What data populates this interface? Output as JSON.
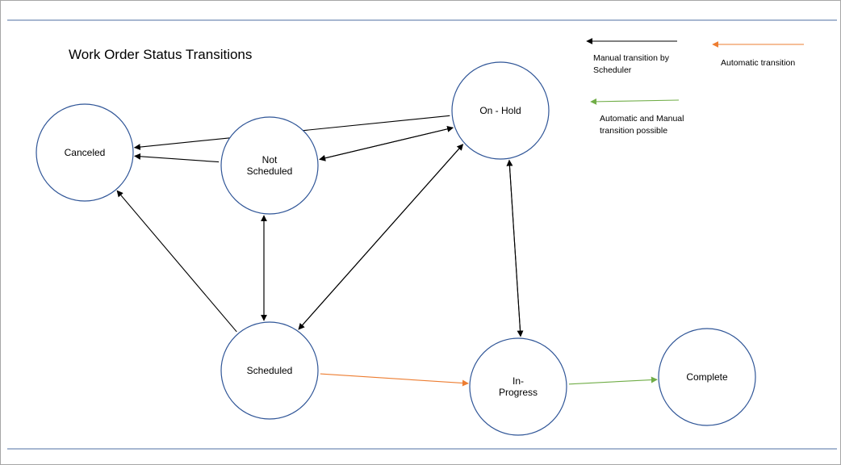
{
  "diagram": {
    "title": "Work Order Status Transitions",
    "colors": {
      "background": "#ffffff",
      "frame_border": "#a6a6a6",
      "separator_lines": "#4f6fa3",
      "node_stroke": "#2f5597",
      "manual": "#000000",
      "automatic": "#ed7d31",
      "both": "#70ad47"
    },
    "nodes": [
      {
        "id": "canceled",
        "label": [
          "Canceled"
        ]
      },
      {
        "id": "not_scheduled",
        "label": [
          "Not",
          "Scheduled"
        ]
      },
      {
        "id": "on_hold",
        "label": [
          "On - Hold"
        ]
      },
      {
        "id": "scheduled",
        "label": [
          "Scheduled"
        ]
      },
      {
        "id": "in_progress",
        "label": [
          "In-",
          "Progress"
        ]
      },
      {
        "id": "complete",
        "label": [
          "Complete"
        ]
      }
    ],
    "edges": [
      {
        "from": "on_hold",
        "to": "canceled",
        "kind": "manual"
      },
      {
        "from": "not_scheduled",
        "to": "canceled",
        "kind": "manual"
      },
      {
        "from": "scheduled",
        "to": "canceled",
        "kind": "manual"
      },
      {
        "from": "not_scheduled",
        "to": "on_hold",
        "kind": "manual"
      },
      {
        "from": "on_hold",
        "to": "not_scheduled",
        "kind": "manual"
      },
      {
        "from": "not_scheduled",
        "to": "scheduled",
        "kind": "manual"
      },
      {
        "from": "scheduled",
        "to": "not_scheduled",
        "kind": "manual"
      },
      {
        "from": "scheduled",
        "to": "on_hold",
        "kind": "manual"
      },
      {
        "from": "on_hold",
        "to": "scheduled",
        "kind": "manual"
      },
      {
        "from": "on_hold",
        "to": "in_progress",
        "kind": "manual"
      },
      {
        "from": "in_progress",
        "to": "on_hold",
        "kind": "manual"
      },
      {
        "from": "scheduled",
        "to": "in_progress",
        "kind": "automatic"
      },
      {
        "from": "in_progress",
        "to": "complete",
        "kind": "both"
      }
    ],
    "legend": [
      {
        "kind": "manual",
        "label": [
          "Manual transition by",
          "Scheduler"
        ]
      },
      {
        "kind": "automatic",
        "label": [
          "Automatic transition"
        ]
      },
      {
        "kind": "both",
        "label": [
          "Automatic and Manual",
          "transition possible"
        ]
      }
    ]
  }
}
